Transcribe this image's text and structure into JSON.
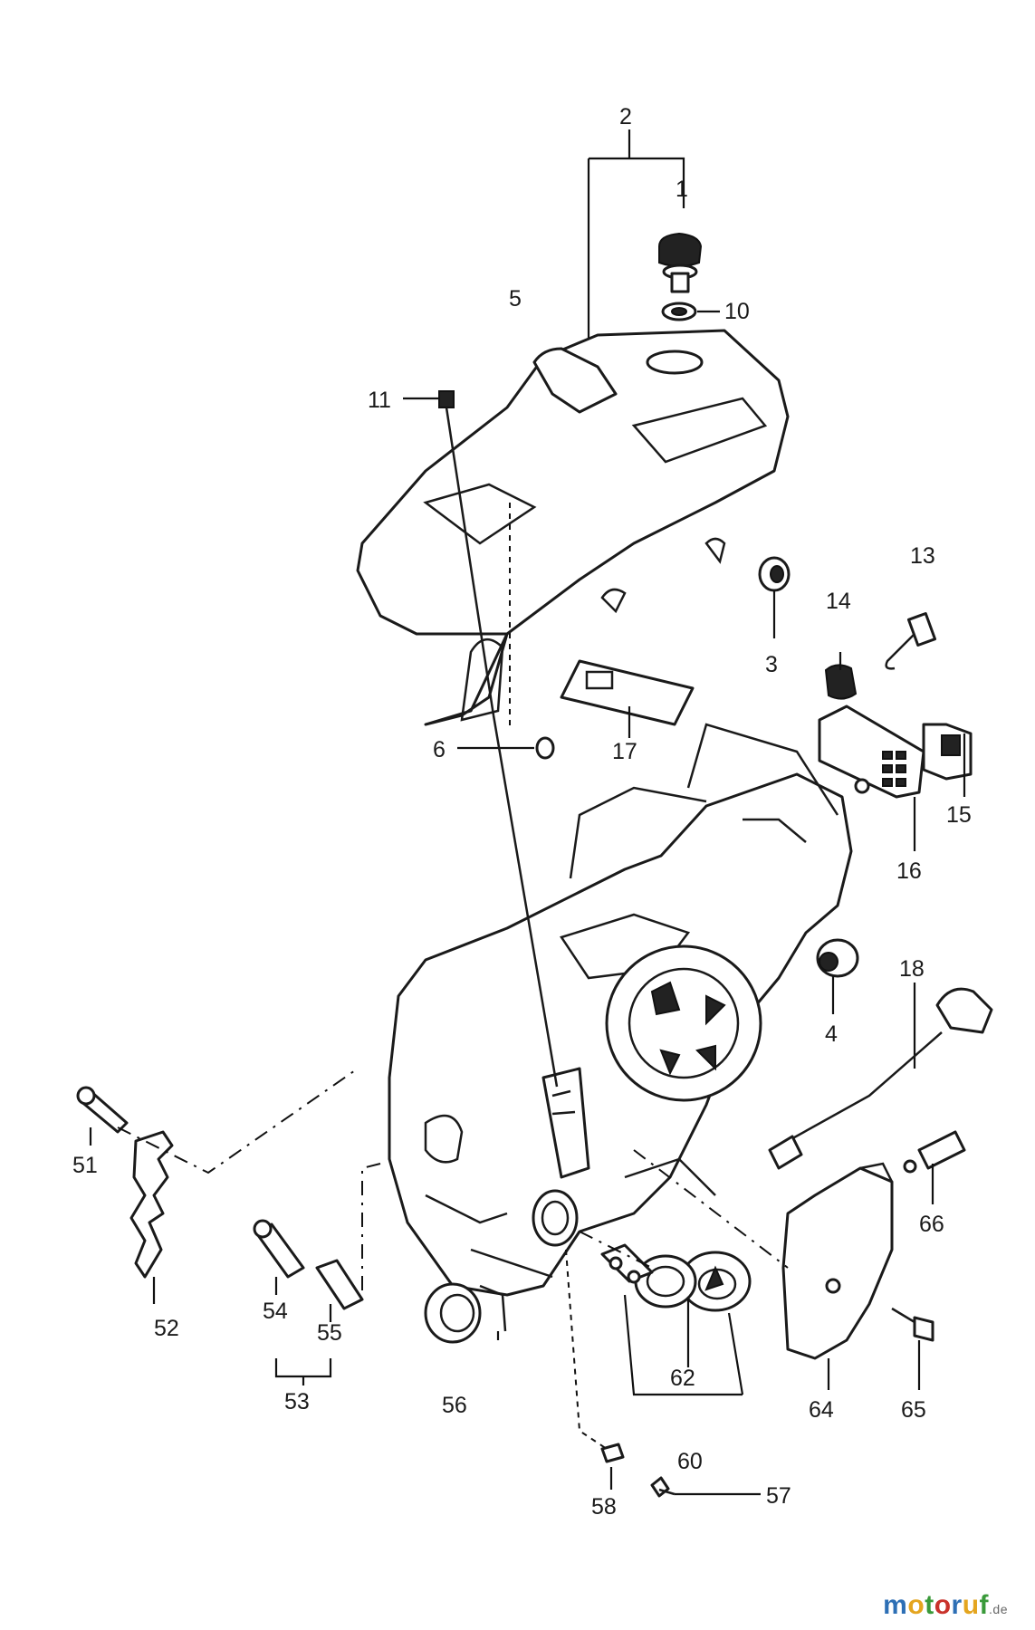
{
  "labels": {
    "p1": "1",
    "p2": "2",
    "p3": "3",
    "p4": "4",
    "p5": "5",
    "p6": "6",
    "p10": "10",
    "p11": "11",
    "p13": "13",
    "p14": "14",
    "p15": "15",
    "p16": "16",
    "p17": "17",
    "p18": "18",
    "p51": "51",
    "p52": "52",
    "p53": "53",
    "p54": "54",
    "p55": "55",
    "p56": "56",
    "p57": "57",
    "p58": "58",
    "p60": "60",
    "p62": "62",
    "p64": "64",
    "p65": "65",
    "p66": "66"
  },
  "watermark": {
    "letters": [
      "m",
      "o",
      "t",
      "o",
      "r",
      "u",
      "f"
    ],
    "tld": ".de",
    "colors": [
      "#2d6fb5",
      "#e4a51f",
      "#3a9a3a",
      "#c9322b",
      "#2d6fb5",
      "#e4a51f",
      "#3a9a3a"
    ]
  }
}
